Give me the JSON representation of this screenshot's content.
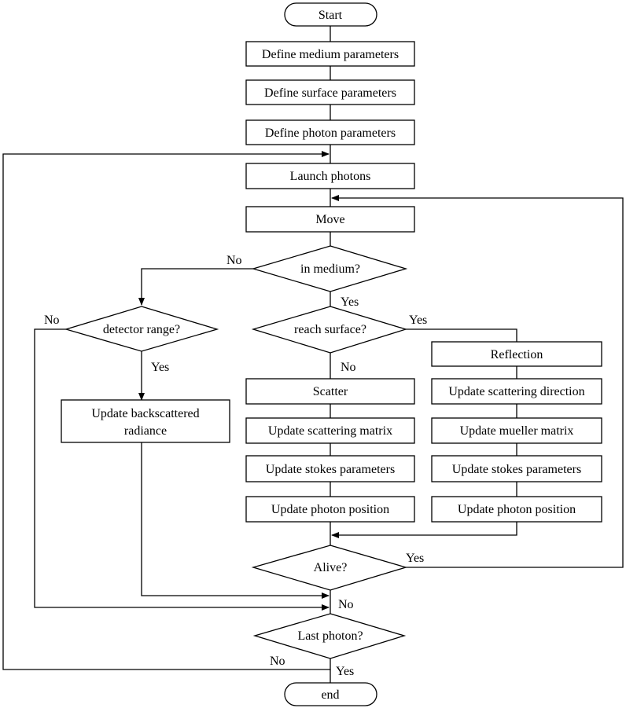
{
  "flowchart": {
    "start": "Start",
    "end": "end",
    "steps": {
      "define_medium": "Define medium parameters",
      "define_surface": "Define surface parameters",
      "define_photon": "Define photon parameters",
      "launch": "Launch photons",
      "move": "Move",
      "scatter": "Scatter",
      "update_scattering_matrix": "Update scattering matrix",
      "update_stokes_left": "Update stokes parameters",
      "update_position_left": "Update photon position",
      "reflection": "Reflection",
      "update_scattering_direction": "Update scattering direction",
      "update_mueller_matrix": "Update mueller matrix",
      "update_stokes_right": "Update stokes parameters",
      "update_position_right": "Update photon position",
      "update_backscattered_line1": "Update backscattered",
      "update_backscattered_line2": "radiance"
    },
    "decisions": {
      "in_medium": "in medium?",
      "detector_range": "detector range?",
      "reach_surface": "reach surface?",
      "alive": "Alive?",
      "last_photon": "Last photon?"
    },
    "branch_labels": {
      "in_medium_no": "No",
      "in_medium_yes": "Yes",
      "detector_no": "No",
      "detector_yes": "Yes",
      "surface_yes": "Yes",
      "surface_no": "No",
      "alive_yes": "Yes",
      "alive_no": "No",
      "last_no": "No",
      "last_yes": "Yes"
    }
  }
}
